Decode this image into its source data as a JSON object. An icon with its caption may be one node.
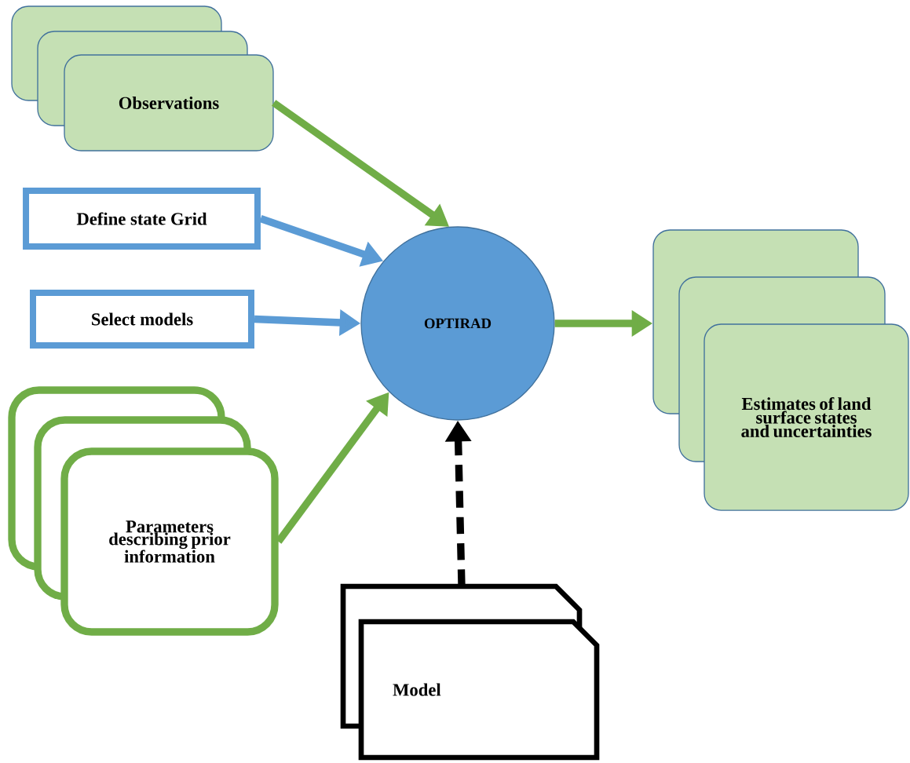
{
  "diagram": {
    "nodes": [
      {
        "text": [
          "Observations"
        ]
      },
      {
        "text": [
          "Define state Grid"
        ]
      },
      {
        "text": [
          "Select models"
        ]
      },
      {
        "text": [
          "Parameters describing prior information"
        ]
      },
      {
        "text": [
          "OPTIRAD"
        ]
      },
      {
        "text": [
          "Estimates of land surface states and uncertainties"
        ]
      },
      {
        "text": [
          "Model"
        ]
      }
    ],
    "edges": [
      {
        "from": 0,
        "to": 4,
        "arrow": "to"
      },
      {
        "from": 1,
        "to": 4,
        "arrow": "to",
        "color": "#5b9bd5"
      },
      {
        "from": 2,
        "to": 4,
        "arrow": "to",
        "color": "#5b9bd5"
      },
      {
        "from": 3,
        "to": 4,
        "arrow": "to"
      },
      {
        "from": 4,
        "to": 5,
        "arrow": "to"
      },
      {
        "from": 6,
        "to": 4,
        "arrow": "to",
        "style": "dashed",
        "color": "#000000"
      }
    ]
  }
}
